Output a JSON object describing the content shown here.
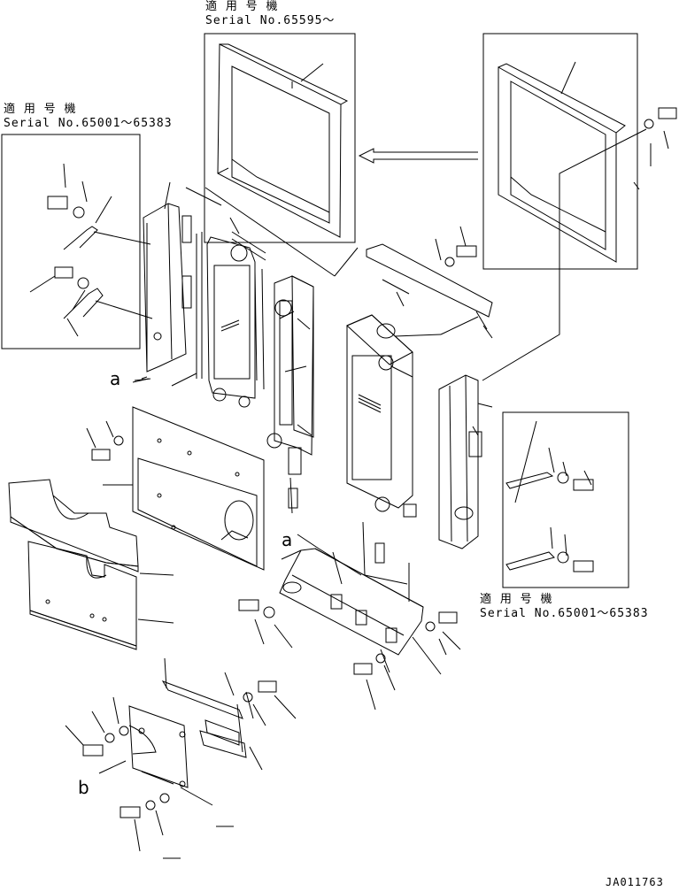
{
  "annotations": {
    "top_note_jp": "適 用 号 機",
    "top_note_serial": "Serial No.65595～",
    "left_note_jp": "適 用 号 機",
    "left_note_serial": "Serial No.65001～65383",
    "right_note_jp": "適 用 号 機",
    "right_note_serial": "Serial No.65001～65383"
  },
  "markers": {
    "a_left": "a",
    "a_right": "a",
    "b": "b"
  },
  "drawing_code": "JA011763"
}
